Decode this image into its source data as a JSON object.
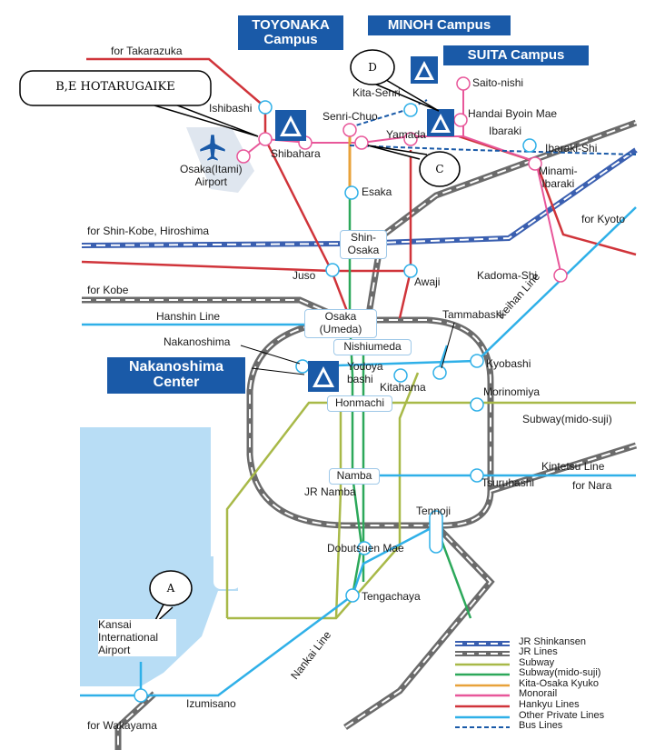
{
  "map": {
    "campuses": {
      "toyonaka": "TOYONAKA\nCampus",
      "minoh": "MINOH Campus",
      "suita": "SUITA Campus",
      "nakanoshima": "Nakanoshima\nCenter"
    },
    "callouts": {
      "a": "A",
      "be": "B,E HOTARUGAIKE",
      "c": "C",
      "d": "D"
    },
    "directions": {
      "takarazuka": "for Takarazuka",
      "shinkobe": "for Shin-Kobe, Hiroshima",
      "kobe": "for Kobe",
      "kyoto": "for Kyoto",
      "nara": "for Nara",
      "wakayama": "for Wakayama"
    },
    "lines": {
      "hanshin": "Hanshin Line",
      "keihan": "Keihan Line",
      "kintetsu": "Kintetsu Line",
      "midosuji": "Subway(mido-suji)",
      "jrnamba": "JR Namba",
      "nankai": "Nankai Line"
    },
    "stations": {
      "ishibashi": "Ishibashi",
      "shibahara": "Shibahara",
      "itami": "Osaka(Itami)\nAirport",
      "senrichuo": "Senri-Chuo",
      "kitasenri": "Kita-Senri",
      "saitonishi": "Saito-nishi",
      "handai": "Handai Byoin Mae",
      "yamada": "Yamada",
      "ibaraki": "Ibaraki",
      "ibarakishi": "Ibaraki-Shi",
      "minamiibaraki": "Minami-\nIbaraki",
      "esaka": "Esaka",
      "shinosaka": "Shin-\nOsaka",
      "juso": "Juso",
      "awaji": "Awaji",
      "kadomashi": "Kadoma-Shi",
      "umeda": "Osaka\n(Umeda)",
      "nishiumeda": "Nishiumeda",
      "nakanoshima": "Nakanoshima",
      "yodoyabashi": "Yodoya\nbashi",
      "kitahama": "Kitahama",
      "tammabashi": "Tammabashi",
      "kyobashi": "Kyobashi",
      "honmachi": "Honmachi",
      "morinomiya": "Morinomiya",
      "namba": "Namba",
      "tsuruhashi": "Tsuruhashi",
      "tennoji": "Tennoji",
      "dobutsuen": "Dobutsuen Mae",
      "tengachaya": "Tengachaya",
      "kansai": "Kansai\nInternational\nAirport",
      "izumisano": "Izumisano"
    },
    "colors": {
      "jr": "#6b6b6b",
      "shinkansen": "#3a5fb0",
      "subway": "#a8b948",
      "midosuji": "#2ca85a",
      "kitaosaka": "#e8a23a",
      "monorail": "#e8579a",
      "hankyu": "#d0343a",
      "private": "#2fb0e8",
      "bus": "#1a5aa8",
      "sea": "#b8ddf5",
      "campus": "#1a5aa8"
    }
  },
  "legend": {
    "items": [
      {
        "label": "JR Shinkansen",
        "color": "#3a5fb0"
      },
      {
        "label": "JR Lines",
        "color": "#6b6b6b"
      },
      {
        "label": "Subway",
        "color": "#a8b948"
      },
      {
        "label": "Subway(mido-suji)",
        "color": "#2ca85a"
      },
      {
        "label": "Kita-Osaka Kyuko",
        "color": "#e8a23a"
      },
      {
        "label": "Monorail",
        "color": "#e8579a"
      },
      {
        "label": "Hankyu Lines",
        "color": "#d0343a"
      },
      {
        "label": "Other Private Lines",
        "color": "#2fb0e8"
      },
      {
        "label": "Bus   Lines",
        "color": "#1a5aa8"
      }
    ]
  }
}
